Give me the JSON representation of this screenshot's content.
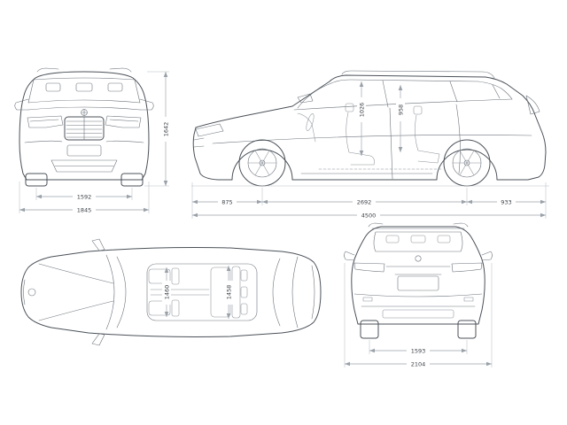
{
  "views": {
    "front": {
      "track": "1592",
      "overall_width": "1845",
      "height": "1642"
    },
    "side": {
      "front_overhang": "875",
      "wheelbase": "2692",
      "rear_overhang": "933",
      "overall_length": "4500",
      "front_headroom": "1026",
      "rear_headroom": "958"
    },
    "top": {
      "front_interior_width": "1460",
      "rear_interior_width": "1458"
    },
    "rear": {
      "track": "1593",
      "overall_width": "2104"
    }
  }
}
